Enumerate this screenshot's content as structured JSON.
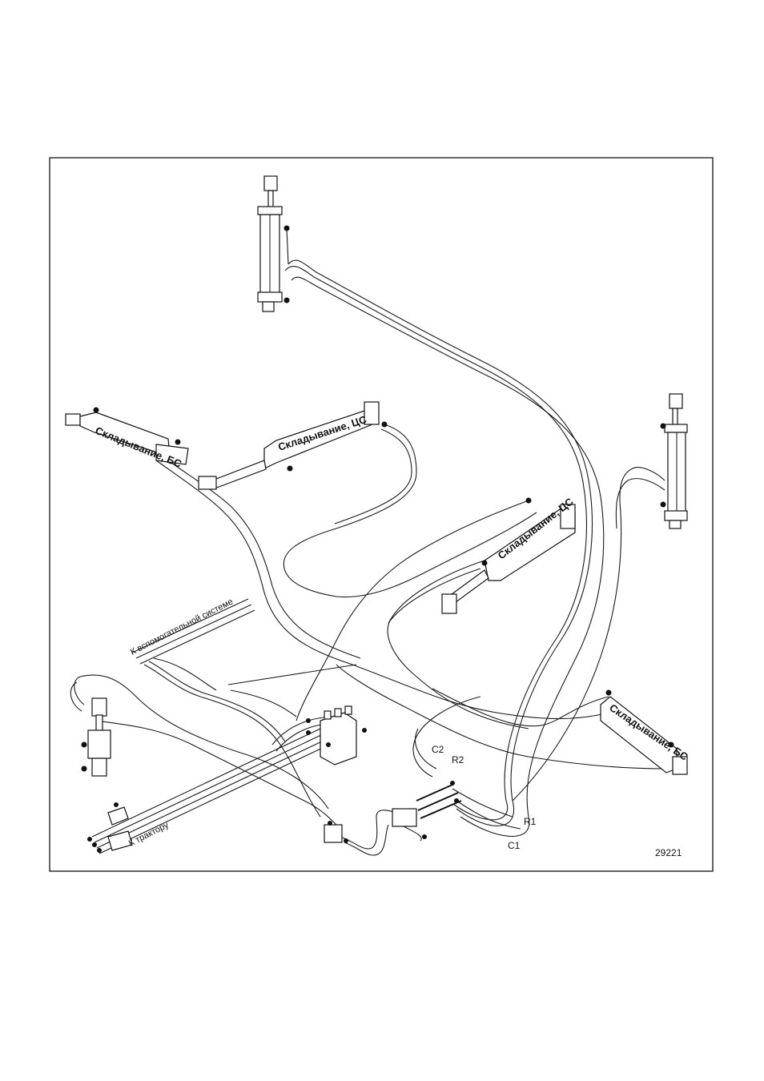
{
  "diagram": {
    "figure_number": "29221",
    "labels": {
      "fold_bs_left": "Складывание, БС",
      "fold_cs_left": "Складывание, ЦС",
      "fold_cs_right": "Складывание, ЦС",
      "fold_bs_right": "Складывание, БС",
      "to_aux_system": "К вспомогательной системе",
      "to_tractor": "К трактору",
      "port_c2": "C2",
      "port_r2": "R2",
      "port_r1": "R1",
      "port_c1": "C1"
    }
  }
}
